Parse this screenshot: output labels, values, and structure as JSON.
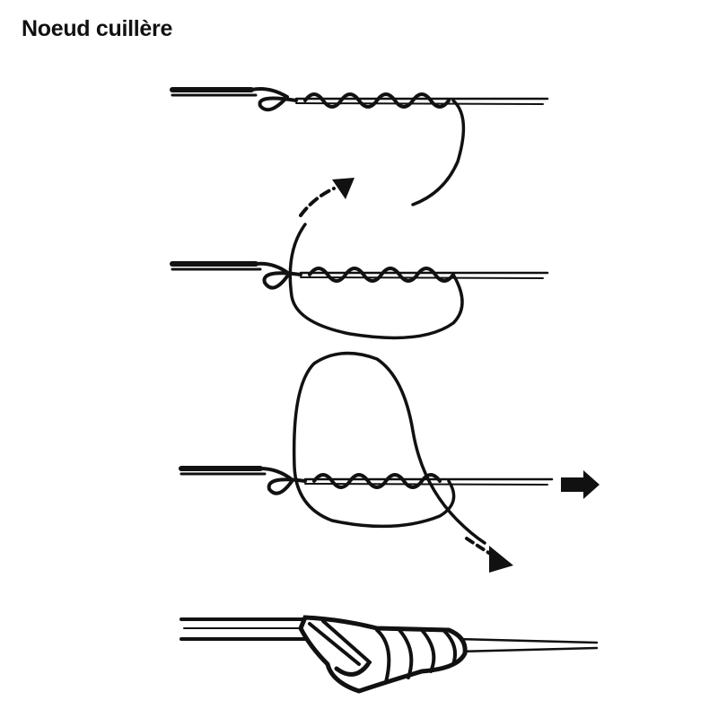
{
  "title": "Noeud cuillère",
  "colors": {
    "ink": "#111111",
    "background": "#ffffff"
  },
  "steps": [
    {
      "id": 1,
      "icon": "knot-step-wrap-icon"
    },
    {
      "id": 2,
      "icon": "knot-step-loop-back-icon"
    },
    {
      "id": 3,
      "icon": "knot-step-tighten-icon"
    },
    {
      "id": 4,
      "icon": "knot-step-finished-icon"
    }
  ]
}
